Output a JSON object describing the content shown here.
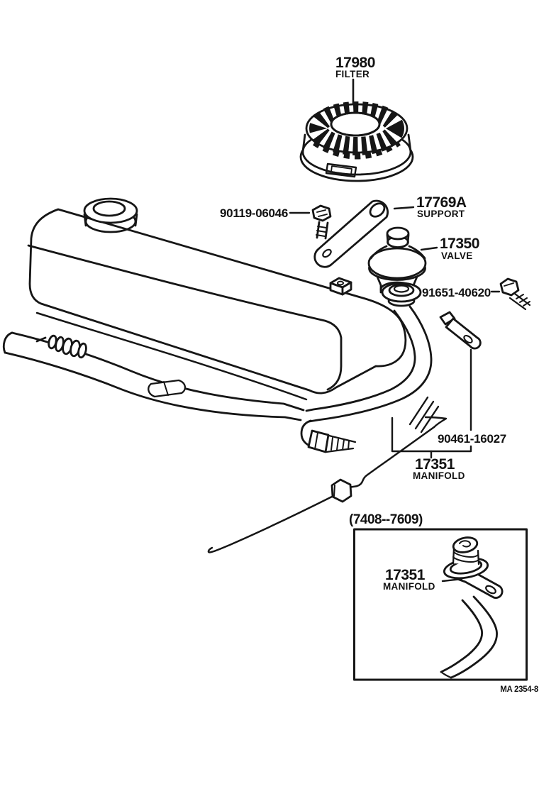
{
  "colors": {
    "ink": "#161616",
    "paper": "#ffffff"
  },
  "parts": {
    "filter": {
      "code": "17980",
      "name": "FILTER"
    },
    "support_bolt": {
      "code": "90119-06046"
    },
    "support": {
      "code": "17769A",
      "name": "SUPPORT"
    },
    "valve": {
      "code": "17350",
      "name": "VALVE"
    },
    "grommet": {
      "code": "91651-40620"
    },
    "clamp": {
      "code": "90461-16027"
    },
    "manifold": {
      "code": "17351",
      "name": "MANIFOLD"
    }
  },
  "inset": {
    "date_range": "(7408--7609)",
    "manifold": {
      "code": "17351",
      "name": "MANIFOLD"
    }
  },
  "footer": {
    "drawing_ref": "MA 2354-8"
  }
}
